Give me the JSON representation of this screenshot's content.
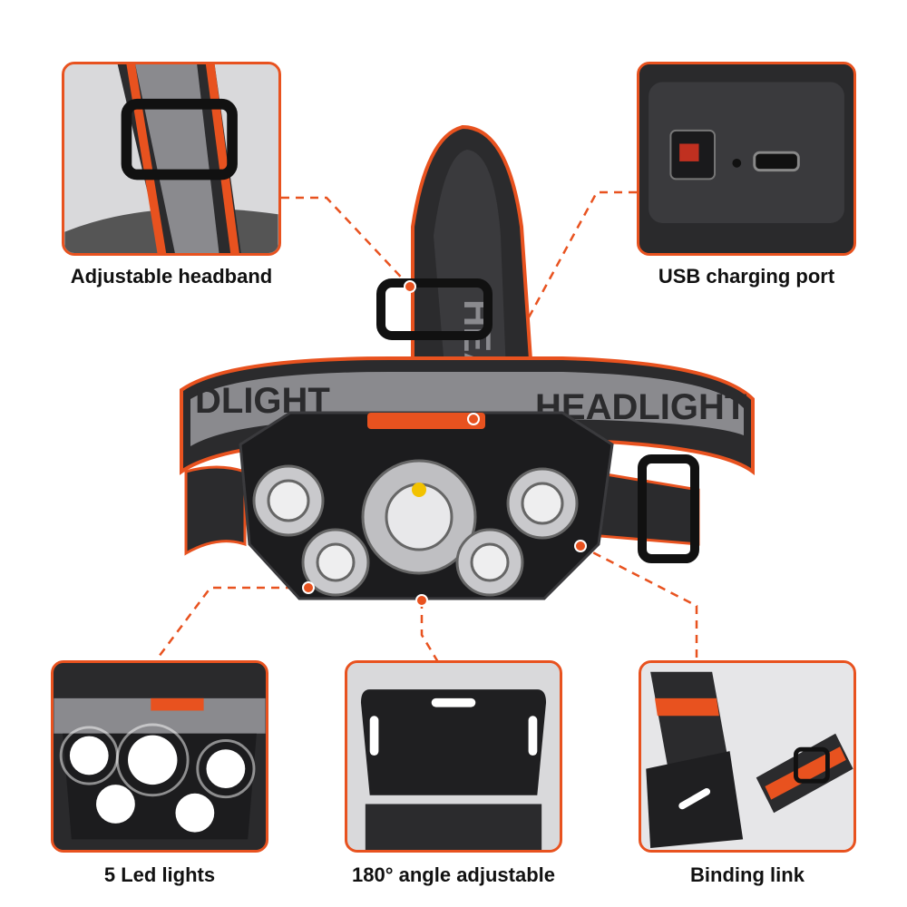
{
  "colors": {
    "accent": "#e8521f",
    "strap": "#2b2b2d",
    "strap_band": "#8a8a8e",
    "body": "#1c1c1e"
  },
  "product": {
    "strap_print": "HEADLIGHT"
  },
  "features": [
    {
      "id": "headband",
      "label": "Adjustable headband"
    },
    {
      "id": "usb",
      "label": "USB charging port"
    },
    {
      "id": "leds",
      "label": "5 Led lights"
    },
    {
      "id": "angle",
      "label": "180° angle adjustable"
    },
    {
      "id": "binding",
      "label": "Binding link"
    }
  ]
}
